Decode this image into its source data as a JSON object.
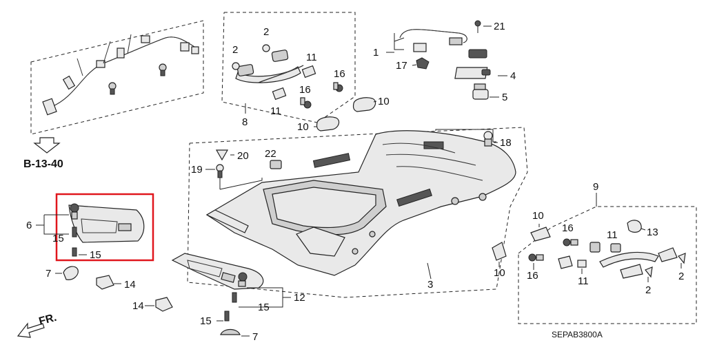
{
  "ref_link": "B-13-40",
  "front_label": "FR.",
  "diagram_code": "SEPAB3800A",
  "highlight_color": "#e0161c",
  "callouts": {
    "n1": "1",
    "n2a": "2",
    "n2b": "2",
    "n2c": "2",
    "n2d": "2",
    "n3": "3",
    "n4": "4",
    "n5": "5",
    "n6": "6",
    "n7a": "7",
    "n7b": "7",
    "n8": "8",
    "n9": "9",
    "n10a": "10",
    "n10b": "10",
    "n10c": "10",
    "n10d": "10",
    "n11a": "11",
    "n11b": "11",
    "n11c": "11",
    "n11d": "11",
    "n12": "12",
    "n13": "13",
    "n14a": "14",
    "n14b": "14",
    "n15a": "15",
    "n15b": "15",
    "n15c": "15",
    "n15d": "15",
    "n16a": "16",
    "n16b": "16",
    "n16c": "16",
    "n16d": "16",
    "n17": "17",
    "n18": "18",
    "n19": "19",
    "n20": "20",
    "n21": "21",
    "n22": "22"
  }
}
